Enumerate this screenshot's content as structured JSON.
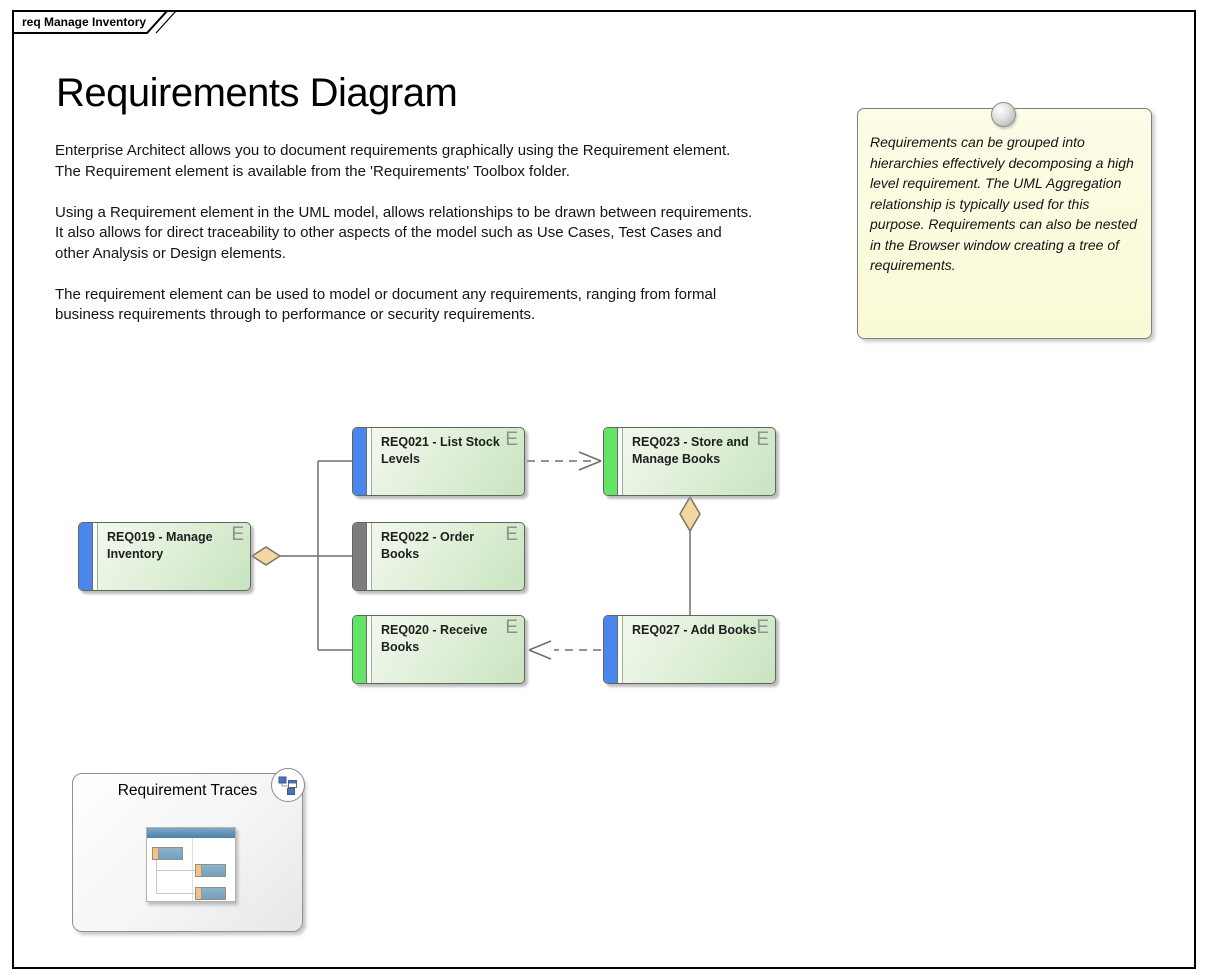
{
  "frame": {
    "tab_label": "req Manage Inventory"
  },
  "header": {
    "title": "Requirements Diagram"
  },
  "intro": {
    "p1": "Enterprise Architect allows you to document requirements graphically using the Requirement element. The Requirement element is available from the 'Requirements' Toolbox folder.",
    "p2": "Using a Requirement element in the UML model, allows relationships to be drawn between requirements. It also allows for direct traceability to other aspects of the model such as Use Cases, Test Cases and other Analysis or Design elements.",
    "p3": "The requirement element can be used to model or document any requirements, ranging from formal business requirements through to performance or security requirements."
  },
  "note": {
    "text": "Requirements can be grouped into hierarchies effectively decomposing a high level requirement. The UML Aggregation relationship is typically used for this purpose. Requirements can also be nested in the Browser window creating a tree of requirements."
  },
  "requirements": [
    {
      "id": "REQ019",
      "label": "REQ019 - Manage Inventory",
      "badge": "E",
      "bar_color": "#4A86EC"
    },
    {
      "id": "REQ021",
      "label": "REQ021 - List Stock Levels",
      "badge": "E",
      "bar_color": "#4A86EC"
    },
    {
      "id": "REQ022",
      "label": "REQ022 - Order Books",
      "badge": "E",
      "bar_color": "#7D7D7D"
    },
    {
      "id": "REQ020",
      "label": "REQ020 - Receive Books",
      "badge": "E",
      "bar_color": "#63E465"
    },
    {
      "id": "REQ023",
      "label": "REQ023 - Store and Manage Books",
      "badge": "E",
      "bar_color": "#63E465"
    },
    {
      "id": "REQ027",
      "label": "REQ027 - Add Books",
      "badge": "E",
      "bar_color": "#4A86EC"
    }
  ],
  "connectors": [
    {
      "type": "aggregation",
      "from": "REQ021, REQ022, REQ020",
      "to": "REQ019"
    },
    {
      "type": "aggregation",
      "from": "REQ027",
      "to": "REQ023"
    },
    {
      "type": "dependency-dashed",
      "from": "REQ021",
      "to": "REQ023"
    },
    {
      "type": "dependency-dashed",
      "from": "REQ027",
      "to": "REQ020"
    }
  ],
  "traces": {
    "title": "Requirement Traces"
  },
  "colors": {
    "req_body_top": "#F5FAF1",
    "req_body_bottom": "#C8E4BF",
    "req_border": "#5F665D",
    "note_bg": "#FCFCE0",
    "diamond_fill": "#F2D7A2",
    "connector": "#6E6E6E",
    "bar_blue": "#4A86EC",
    "bar_gray": "#7D7D7D",
    "bar_green": "#63E465",
    "thumb_titlebar": "#4C80A8"
  }
}
